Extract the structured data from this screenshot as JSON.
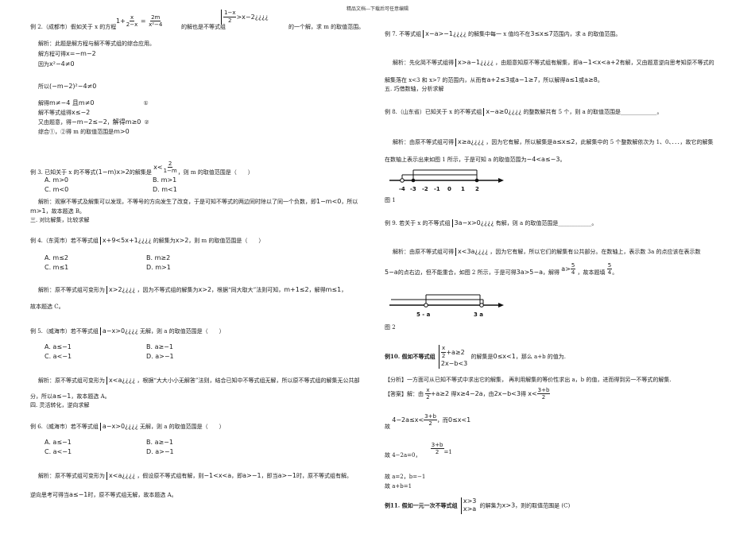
{
  "header": {
    "text": "精品文档---下载后可任意编辑"
  },
  "left": {
    "ex2": {
      "label": "例 2.（成都市）假如关于 x 的方程",
      "eq_lhs": "1+",
      "frac1_num": "x",
      "frac1_den": "2−x",
      "eq": "=",
      "frac2_num": "2m",
      "frac2_den": "x²−4",
      "mid": "的解也是不等式组",
      "sys_line1": "1−x",
      "sys_line1_den": "2",
      "sys_rest": ">x−2¿¿¿¿",
      "tail": "的一个解，求 m 的取值范围。"
    },
    "ex2_sol": [
      "解析：此题是解方程与解不等式组的综合应用。",
      "解方程可得",
      "因为",
      "所以",
      "解得",
      "解不等式组得",
      "又由题意，得",
      "综合①，②得 m 的取值范围是"
    ],
    "ex2_math": {
      "x_eq": "x=−m−2",
      "cond": "x²−4≠0",
      "cond2": "(−m−2)²−4≠0",
      "res": "m≠−4 且m≠0",
      "mark1": "①",
      "sys_res": "x≤−2",
      "deduce": "−m−2≤−2",
      "res2": "解得m≥0",
      "mark2": "②",
      "final": "m>0"
    },
    "ex3": {
      "text1": "例 3. 已知关于 x 的不等式",
      "ineq": "(1−m)x>2",
      "text2": "的解集是",
      "sol_lhs": "x<",
      "sol_num": "2",
      "sol_den": "1−m",
      "text3": "，则 m 的取值范围是（　　）",
      "options": [
        "A. m>0",
        "B. m>1",
        "C. m<0",
        "D. m<1"
      ],
      "sol": "解析：观察不等式及解集可以发现，不等号的方向发生了改变，于是可知不等式的两边同时除以了同一个负数，即",
      "sol_math": "1−m<0",
      "sol2": "，所以",
      "sol3_math": "m>1",
      "sol3": "，故本题选 B。"
    },
    "sec3": "三. 对比解集，比较求解",
    "ex4": {
      "text1": "例 4.（东莞市）若不等式组",
      "sys": "x+9<5x+1¿¿¿¿",
      "text2": "的解集为",
      "sol": "x>2",
      "text3": "，则 m 的取值范围是（　　）",
      "options": [
        "A. m≤2",
        "B. m≥2",
        "C. m≤1",
        "D. m>1"
      ],
      "analysis1": "解析：原不等式组可变形为",
      "asys": "x>2¿¿¿¿",
      "analysis2": "，因为不等式组的解集为",
      "amath": "x>2",
      "analysis3": "，根据“同大取大”法则可知，",
      "amath2": "m+1≤2",
      "analysis4": "，解得",
      "amath3": "m≤1",
      "analysis5": "，",
      "answer": "故本题选 C。"
    },
    "ex5": {
      "text1": "例 5.（威海市）若不等式组",
      "sys": "a−x>0¿¿¿¿",
      "text2": "无解，则 a 的取值范围是（　　）",
      "options": [
        "A. a≤−1",
        "B. a≥−1",
        "C. a<−1",
        "D. a>−1"
      ],
      "analysis1": "解析：原不等式组可变形为",
      "asys": "x<a¿¿¿¿",
      "analysis2": "，根据“大大小小无解答”法则，结合已知中不等式组无解，所以原不等式组的解集无公共部",
      "analysis3": "分，所以",
      "amath": "a≤−1",
      "analysis4": "，故本题选 A。"
    },
    "sec4": "四. 灵活转化，逆向求解",
    "ex6": {
      "text1": "例 6.（威海市）若不等式组",
      "sys": "a−x>0¿¿¿¿",
      "text2": "无解，则 a 的取值范围是（　　）",
      "options": [
        "A. a≤−1",
        "B. a≥−1",
        "C. a<−1",
        "D. a>−1"
      ],
      "analysis1": "解析：原不等式组可变形为",
      "asys": "x<a¿¿¿¿",
      "analysis2": "，假设原不等式组有解，则",
      "amath1": "−1<x<a",
      "analysis3": "，即",
      "amath2": "a>−1",
      "analysis4": "，即当",
      "amath3": "a>−1",
      "analysis5": "时，原不等式组有解。",
      "analysis6": "逆向思考可得当",
      "amath4": "a≤−1",
      "analysis7": "时，原不等式组无解，故本题选 A。"
    }
  },
  "right": {
    "ex7": {
      "text1": "例 7. 不等式组",
      "sys": "x−a>−1¿¿¿¿",
      "text2": "的解集中每一 x 值均不在",
      "cond": "3≤x≤7",
      "text3": "范围内，求 a 的取值范围。",
      "a1": "解析：先化简不等式组得",
      "asys": "x>a−1¿¿¿¿",
      "a2": "，由题意知原不等式组有解集，即",
      "am1": "a−1<x<a+2",
      "a3": "有解，又由题意逆向思考知原不等式的",
      "a4": "解集落在 x<3 和 x>7 的范围内，从而有",
      "am2": "a+2≤3",
      "a5": "或",
      "am3": "a−1≥7",
      "a6": "，所以解得",
      "am4": "a≤1",
      "a7": "或",
      "am5": "a≥8",
      "a8": "。"
    },
    "sec5": "五. 巧借数轴，分析求解",
    "ex8": {
      "text1": "例 8.（山东省）已知关于 x 的不等式组",
      "sys": "x−a≥0¿¿¿¿",
      "text2": "的整数解共有 5 个，则 a 的取值范围是_____________。",
      "a1": "解析：由原不等式组可得",
      "asys": "x≥a¿¿¿¿",
      "a2": "，因为它有解，所以解集是",
      "am1": "a≤x≤2",
      "a3": "，此解集中的 5 个整数解依次为 1、0、．．．，故它的解集",
      "a4": "在数轴上表示出来如图 1 所示，于是可知 a 的取值范围为",
      "am2": "−4<a≤−3",
      "a5": "。",
      "fig": "图 1",
      "ticks": [
        "-4",
        "-3",
        "-2",
        "-1",
        "0",
        "1",
        "2"
      ]
    },
    "ex9": {
      "text1": "例 9. 若关于 x 的不等式组",
      "sys": "3a−x>0¿¿¿¿",
      "text2": "有解，则 a 的取值范围是____________。",
      "a1": "解析：由原不等式组可得",
      "asys": "x<3a¿¿¿¿",
      "a2": "，因为它有解，所以它们的解集有公共部分。在数轴上，表示数 3a 的点应该在表示数",
      "a3m": "5−a",
      "a3": "的点右边，但不能重合，如图 2 所示，于是可得",
      "am1": "3a>5−a",
      "a4": "，解得",
      "am2_lhs": "a>",
      "am2_num": "5",
      "am2_den": "4",
      "a5": "，故本题填",
      "am3_num": "5",
      "am3_den": "4",
      "a6": "。",
      "fig": "图 2",
      "labels": [
        "5 - a",
        "3 a"
      ]
    },
    "ex10": {
      "text1": "例10. 假如不等式组",
      "sys1_num": "x",
      "sys1_den": "2",
      "sys1_rest": "+a≥2",
      "sys2": "2x−b<3",
      "text2": "的解集是",
      "sol": "0≤x<1",
      "text3": "，那么 a+b 的值为.",
      "anal": "【分析】一方面可从已知不等式中求出它的解集，  再利用解集的等价性求出 a，b 的值，进而得到另一不等式的解集.",
      "ans1": "【答案】解：由",
      "ans_num": "x",
      "ans_den": "2",
      "ans_rest": "+a≥2",
      "ans2": "得",
      "ans3": "x≥4−2a",
      "ans4": "，由",
      "ans5": "2x−b<3",
      "ans6": "得",
      "ans7_lhs": "x<",
      "ans7_num": "3+b",
      "ans7_den": "2",
      "g1": "故",
      "g2_lhs": "4−2a≤x<",
      "g2_num": "3+b",
      "g2_den": "2",
      "g3": "，而",
      "g4": "0≤x<1",
      "h1": "故 4−2a=0，",
      "h_num": "3+b",
      "h_den": "2",
      "h2": "=1",
      "i1": "故 a=2，b=−1",
      "i2": "故 a+b=1"
    },
    "ex11": {
      "text1": "例11. 假如一元一次不等式组",
      "sys1": "x>3",
      "sys2": "x>a",
      "text2": "的解集为",
      "sol": "x>3",
      "text3": "，则的取值范围是 (C)"
    }
  }
}
